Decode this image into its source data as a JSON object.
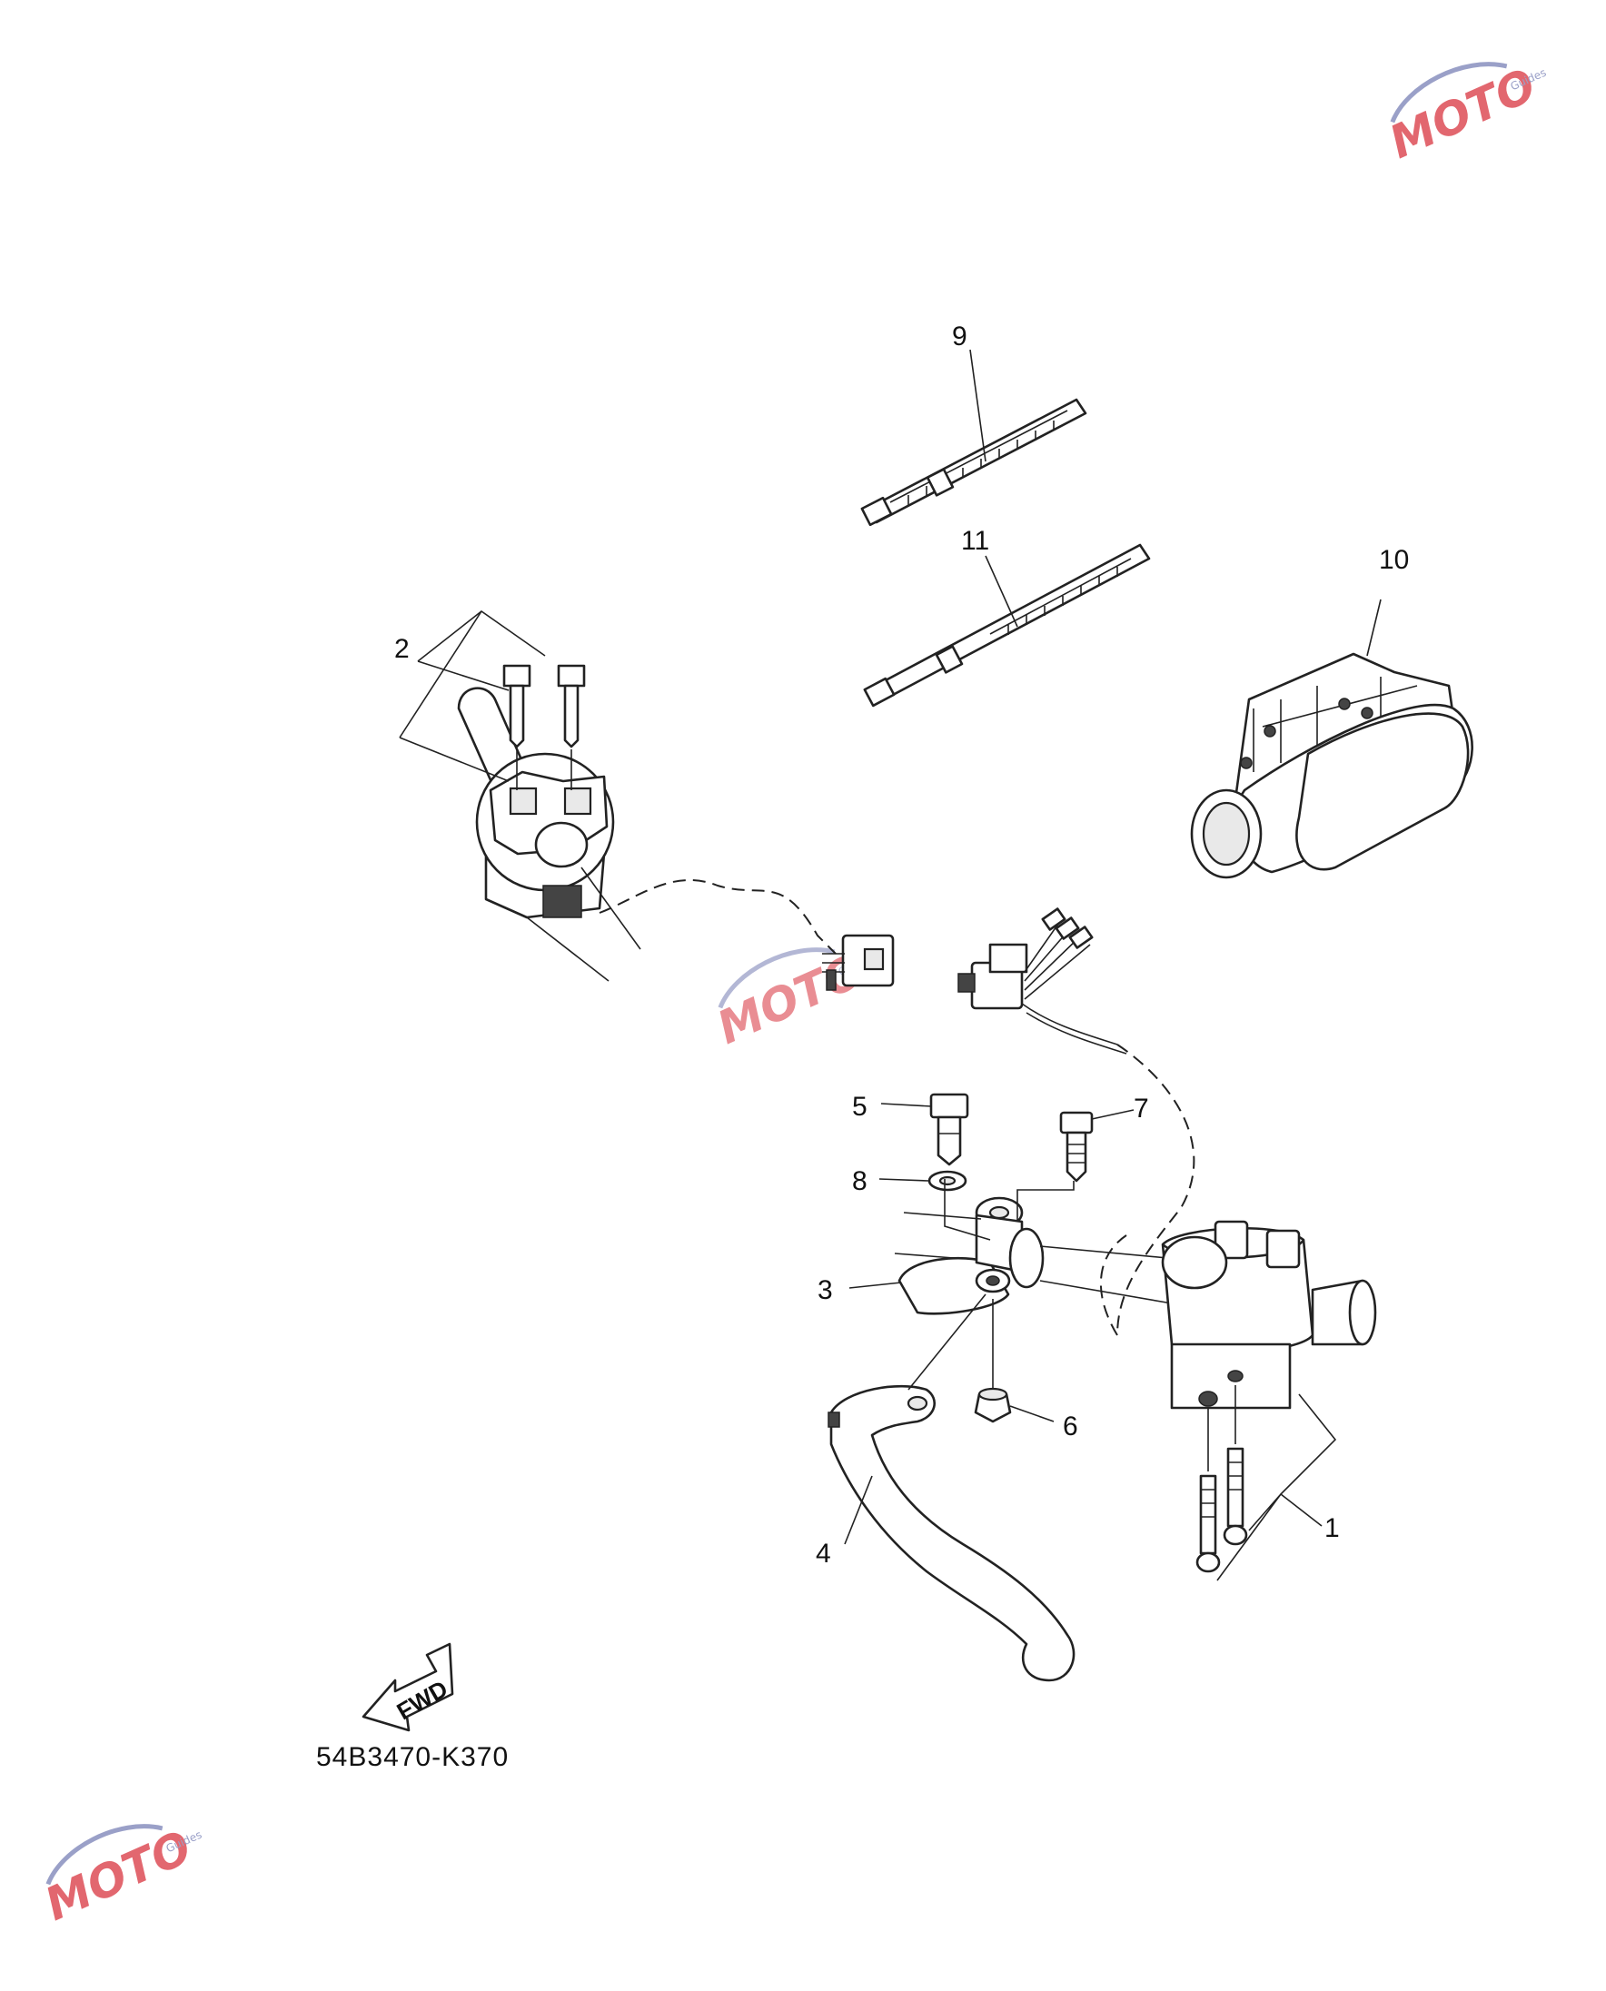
{
  "diagram": {
    "code": "54B3470-K370",
    "fwd_label": "FWD",
    "callouts": {
      "c1": "1",
      "c2": "2",
      "c3": "3",
      "c4": "4",
      "c5": "5",
      "c6": "6",
      "c7": "7",
      "c8": "8",
      "c9": "9",
      "c10": "10",
      "c11": "11"
    }
  },
  "watermark": {
    "text": "MOTO",
    "subtext": "Guides",
    "color": "#e2676f",
    "accent_color": "#9aa0c8"
  }
}
